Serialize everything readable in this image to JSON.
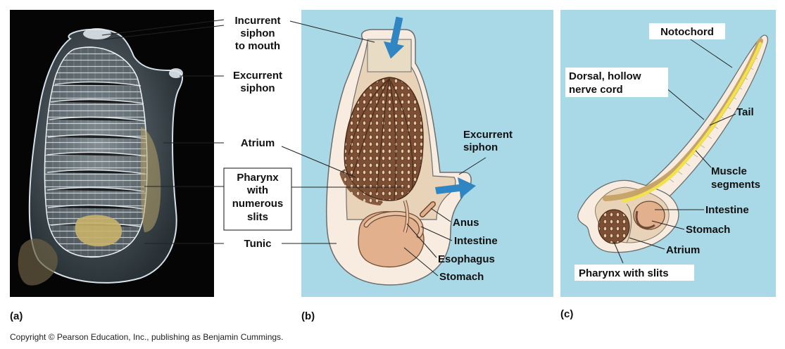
{
  "panel_a": {
    "letter": "(a)",
    "labels": {
      "incurrent_1": "Incurrent",
      "incurrent_2": "siphon",
      "incurrent_3": "to mouth",
      "excurrent_1": "Excurrent",
      "excurrent_2": "siphon",
      "atrium": "Atrium",
      "pharynx_1": "Pharynx",
      "pharynx_2": "with",
      "pharynx_3": "numerous",
      "pharynx_4": "slits",
      "tunic": "Tunic"
    }
  },
  "panel_b": {
    "letter": "(b)",
    "labels": {
      "excurrent_1": "Excurrent",
      "excurrent_2": "siphon",
      "anus": "Anus",
      "intestine": "Intestine",
      "esophagus": "Esophagus",
      "stomach": "Stomach"
    }
  },
  "panel_c": {
    "letter": "(c)",
    "labels": {
      "notochord": "Notochord",
      "nerve_1": "Dorsal, hollow",
      "nerve_2": "nerve cord",
      "tail": "Tail",
      "muscle_1": "Muscle",
      "muscle_2": "segments",
      "intestine": "Intestine",
      "stomach": "Stomach",
      "atrium": "Atrium",
      "pharynx": "Pharynx with slits"
    }
  },
  "copyright": "Copyright © Pearson Education, Inc., publishing as Benjamin Cummings.",
  "colors": {
    "panel_bg": "#a9d9e6",
    "photo_bg": "#050505",
    "tunic": "#f7ecdf",
    "body": "#e8d3b8",
    "pharynx": "#8a5a3c",
    "gut": "#e2b08c",
    "notochord": "#f2e34a",
    "arrow": "#2f86c2"
  }
}
